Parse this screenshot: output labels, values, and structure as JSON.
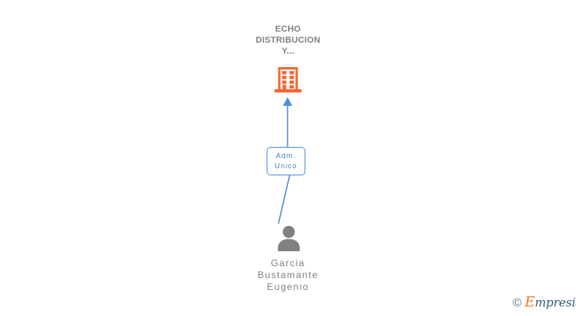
{
  "diagram": {
    "type": "org-ownership-chart",
    "background_color": "#ffffff",
    "company": {
      "name_lines": [
        "ECHO",
        "DISTRIBUCION",
        "Y..."
      ],
      "name_full": "ECHO DISTRIBUCION Y...",
      "icon": "building-icon",
      "icon_color": "#FA6432",
      "text_color": "#808080"
    },
    "relation": {
      "label_lines": [
        "Adm.",
        "Unico"
      ],
      "label_full": "Adm. Unico",
      "border_color": "#4a90d9",
      "text_color": "#3f7fc1"
    },
    "person": {
      "name_lines": [
        "Garcia",
        "Bustamante",
        "Eugenio"
      ],
      "name_full": "Garcia Bustamante Eugenio",
      "icon": "person-icon",
      "icon_color": "#808080",
      "text_color": "#808080"
    },
    "edges": {
      "color": "#4a90d9",
      "arrow_direction": "up-to-company"
    }
  },
  "watermark": {
    "copyright": "©",
    "brand_first_letter": "E",
    "brand_rest": "mpresia",
    "brand_full": "Empresia",
    "accent_color": "#ef7d2e",
    "text_color": "#2d5d73"
  }
}
